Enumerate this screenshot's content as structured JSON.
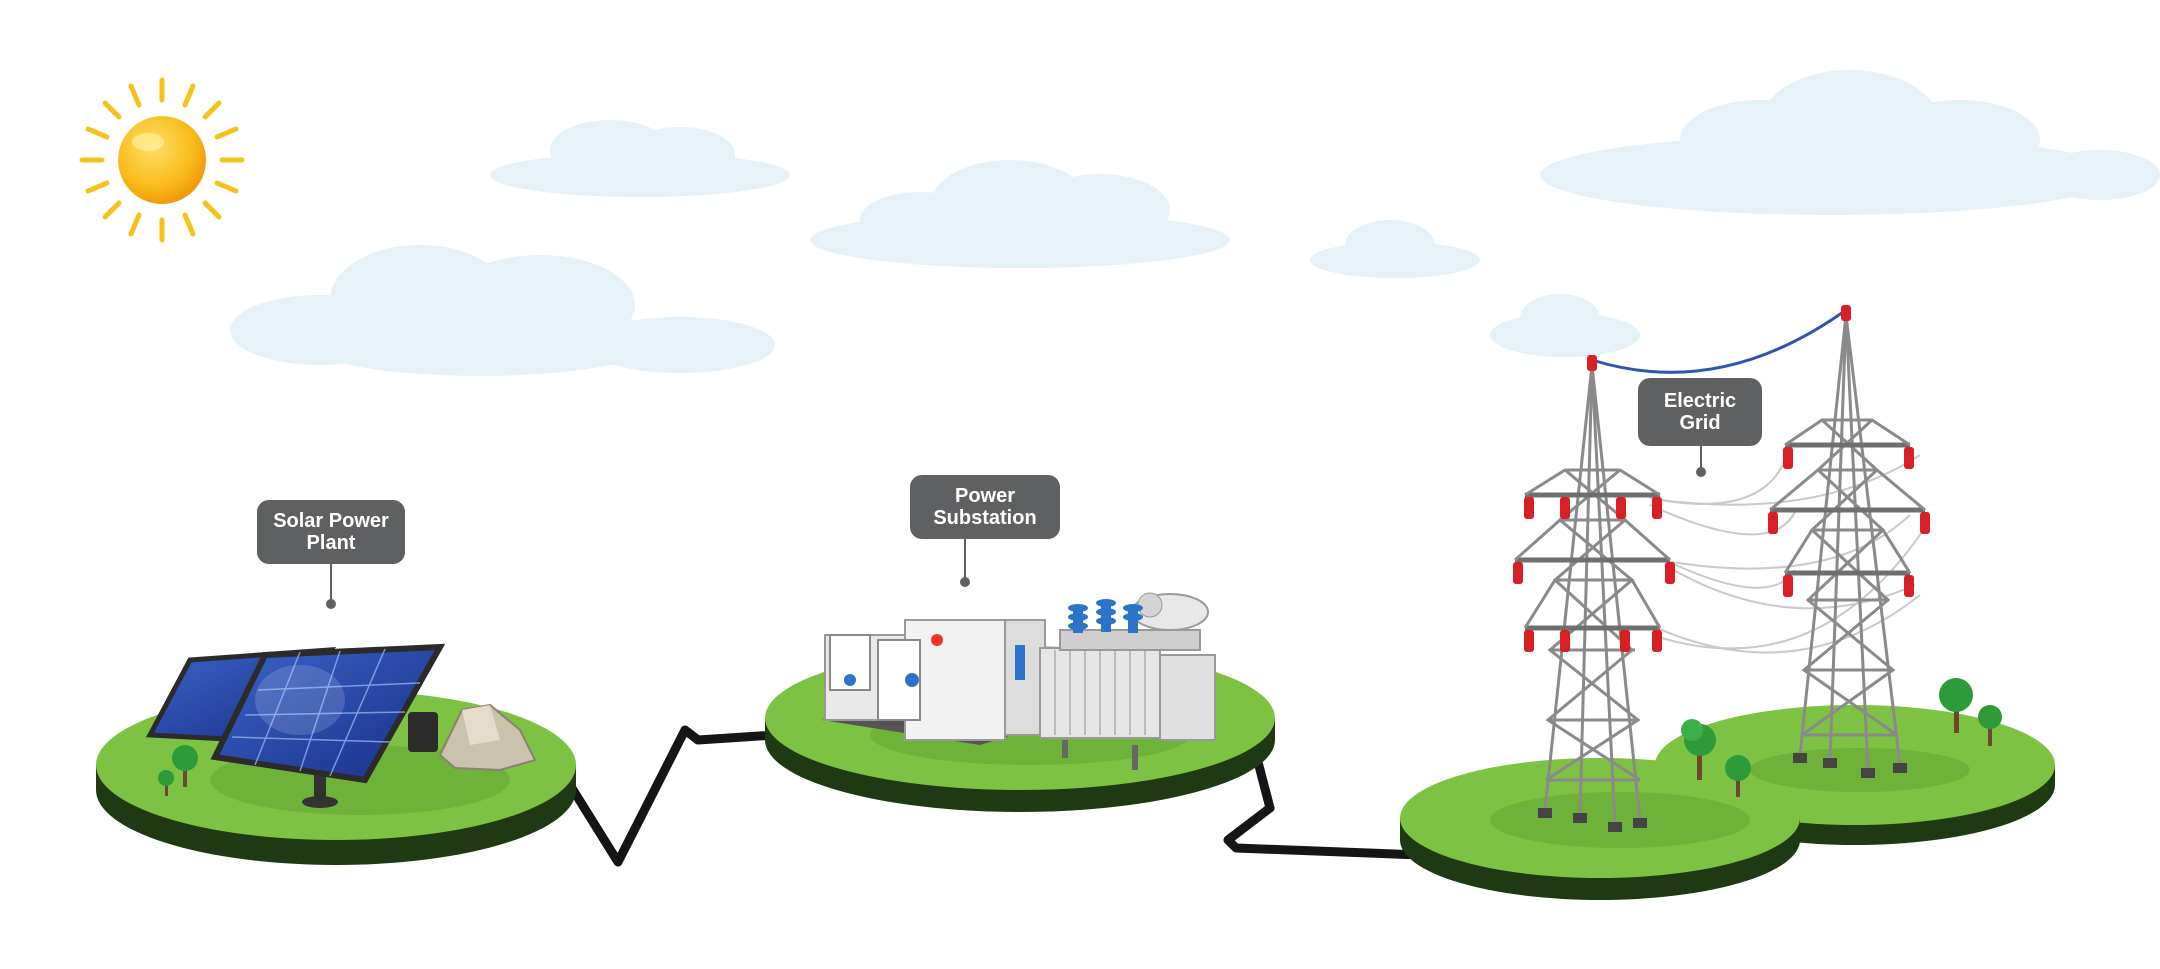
{
  "labels": {
    "solar": {
      "line1": "Solar Power",
      "line2": "Plant"
    },
    "substation": {
      "line1": "Power",
      "line2": "Substation"
    },
    "grid": {
      "line1": "Electric",
      "line2": "Grid"
    }
  },
  "colors": {
    "sun": "#f6b70f",
    "grass": "#7dc242",
    "grass_dark": "#1f3a12",
    "cable": "#151515",
    "label_bg": "#5f6062",
    "panel": "#1f3fa0",
    "insulator": "#d81f26",
    "wire": "#2f55b0",
    "cloud": "#e8f3f9"
  },
  "icons": [
    "sun-icon",
    "cloud-icon",
    "solar-panel-icon",
    "rock-icon",
    "tree-icon",
    "transformer-icon",
    "transmission-tower-icon",
    "cable-icon"
  ]
}
